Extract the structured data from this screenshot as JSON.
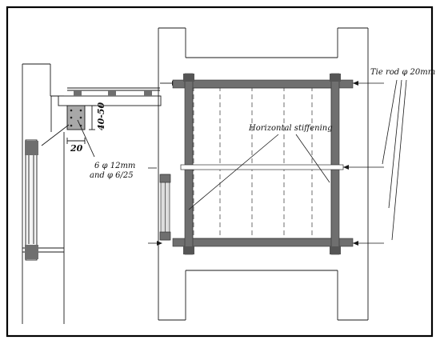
{
  "labels": {
    "tie_rod": "Tie rod φ 20mm",
    "horizontal_stiffening": "Horizontal stiffening",
    "rebar_line1": "6 φ 12mm",
    "rebar_line2": "and φ 6/25",
    "dim_depth": "40-50",
    "dim_width": "20"
  },
  "colors": {
    "frame": "#000000",
    "line": "#1a1a1a",
    "steel": "#6f6f6f",
    "steel_dark": "#555555",
    "concrete": "#a8a8a8",
    "window_glass": "#dddddd"
  }
}
